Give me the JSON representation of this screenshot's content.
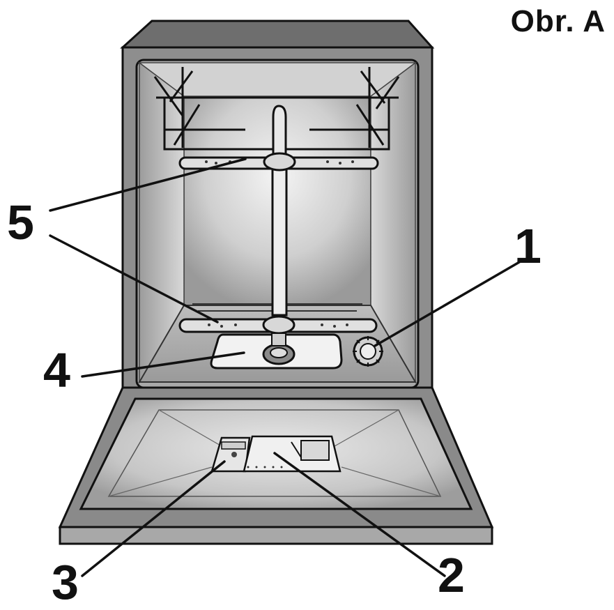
{
  "figure": {
    "title": "Obr. A"
  },
  "callouts": [
    {
      "id": "1",
      "label": "1",
      "part": "salt-container-cap"
    },
    {
      "id": "2",
      "label": "2",
      "part": "detergent-dispenser"
    },
    {
      "id": "3",
      "label": "3",
      "part": "rinse-aid-dispenser"
    },
    {
      "id": "4",
      "label": "4",
      "part": "filter"
    },
    {
      "id": "5",
      "label": "5",
      "part": "spray-arms"
    }
  ],
  "colors": {
    "outline": "#111111",
    "cabinet": "#7a7a7a",
    "interior_light": "#e6e6e6",
    "door": "#8c8c8c"
  }
}
